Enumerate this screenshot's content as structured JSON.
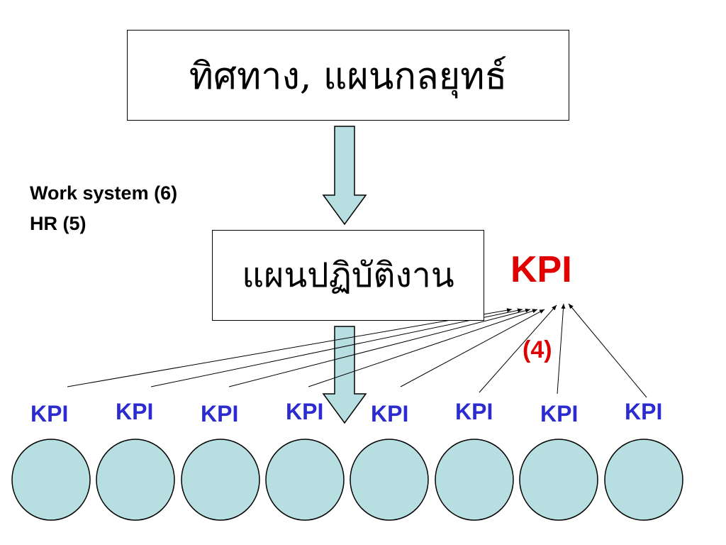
{
  "top_box": {
    "text": "ทิศทาง, แผนกลยุทธ์"
  },
  "middle_box": {
    "text": "แผนปฏิบัติงาน"
  },
  "side_labels": {
    "work_system": "Work system (6)",
    "hr": "HR (5)"
  },
  "kpi_main": {
    "text": "KPI",
    "count": "(4)"
  },
  "unit_kpis": [
    "KPI",
    "KPI",
    "KPI",
    "KPI",
    "KPI",
    "KPI",
    "KPI",
    "KPI"
  ],
  "colors": {
    "arrow_fill": "#b7dfe1",
    "circle_fill": "#b7dfe1",
    "kpi_main": "#e00000",
    "kpi_small": "#2b2bd0"
  }
}
